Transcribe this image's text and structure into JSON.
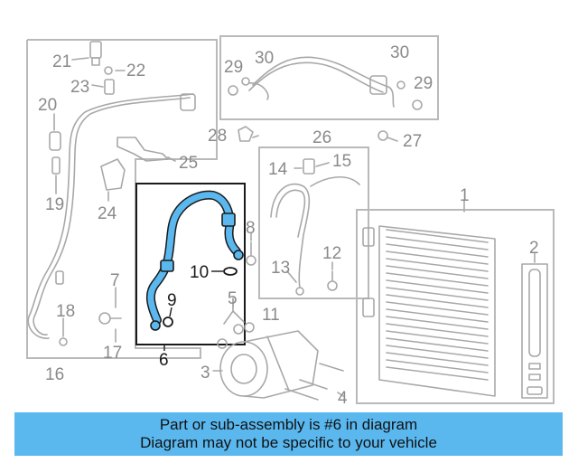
{
  "callouts": {
    "c1": "1",
    "c2": "2",
    "c3": "3",
    "c4": "4",
    "c5": "5",
    "c6": "6",
    "c7": "7",
    "c8": "8",
    "c9": "9",
    "c10": "10",
    "c11": "11",
    "c12": "12",
    "c13": "13",
    "c14": "14",
    "c15": "15",
    "c16": "16",
    "c17": "17",
    "c18": "18",
    "c19": "19",
    "c20": "20",
    "c21": "21",
    "c22": "22",
    "c23": "23",
    "c24": "24",
    "c25": "25",
    "c26": "26",
    "c27": "27",
    "c28": "28",
    "c29a": "29",
    "c29b": "29",
    "c30a": "30",
    "c30b": "30"
  },
  "highlight_color": "#5ab8ef",
  "banner": {
    "line1": "Part or sub-assembly is #6 in diagram",
    "line2": "Diagram may not be specific to your vehicle"
  }
}
